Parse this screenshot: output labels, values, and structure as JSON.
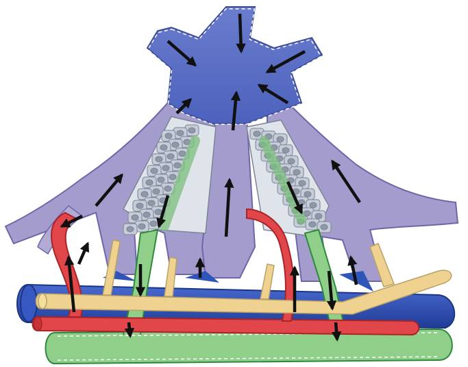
{
  "diagram": {
    "labels": [],
    "colors": {
      "background": "#ffffff",
      "sinusoid_fill": "#a49ccc",
      "sinusoid_stroke": "#6e66a8",
      "central_vein": "#5b6fc4",
      "portal_vein": "#2f55b8",
      "artery": "#e0464a",
      "bile_duct": "#efd290",
      "lymphatic": "#7cc07c",
      "hepatocyte_fill": "#c6cdd8",
      "hepatocyte_nucleus": "#8e98a8",
      "arrow": "#111111",
      "dashed_border": "#ffffff"
    },
    "structures": [
      "central-vein",
      "sinusoid-network",
      "hepatocyte-plate-left",
      "hepatocyte-plate-right",
      "portal-vein",
      "hepatic-artery",
      "bile-duct",
      "lymphatic-vessel",
      "flow-arrows"
    ]
  }
}
